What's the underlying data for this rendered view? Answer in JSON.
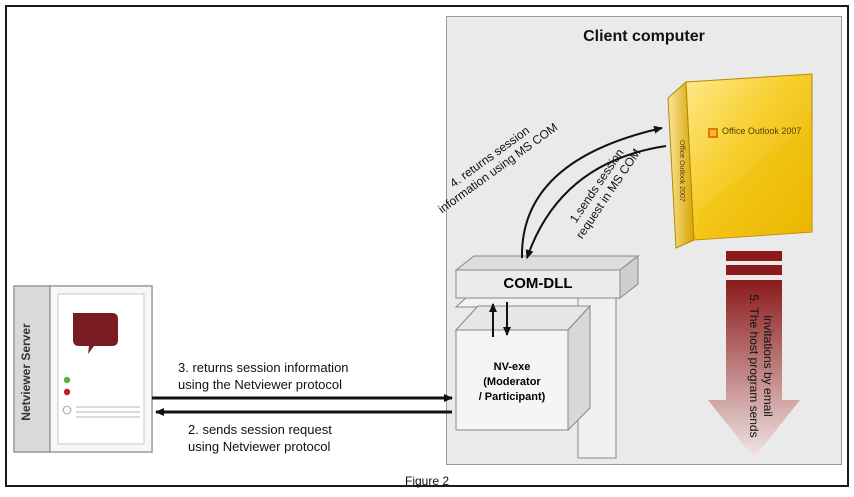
{
  "client_title": "Client computer",
  "figure_caption": "Figure 2",
  "server_label": "Netviewer Server",
  "com_dll_label": "COM-DLL",
  "nv_exe_lines": [
    "NV-exe",
    "(Moderator",
    "/ Participant)"
  ],
  "step1_lines": [
    "1.sends session",
    "request in MS COM"
  ],
  "step2_lines": [
    "2. sends session request",
    "using Netviewer protocol"
  ],
  "step3_lines": [
    "3. returns session information",
    "using the Netviewer protocol"
  ],
  "step4_lines": [
    "4. returns session",
    "information using MS COM"
  ],
  "step5_lines": [
    "5. The host program sends",
    "invitations by email"
  ],
  "product_box": {
    "brand_line": "Office Outlook 2007",
    "spine_text": "Office Outlook 2007",
    "colors": {
      "front": "#f3c21b",
      "spine": "#d8a400",
      "highlight": "#ffe98a"
    }
  },
  "colors": {
    "maroon_arrow_top": "#8b1a1a",
    "maroon_arrow_bottom": "#f1e6e6",
    "server_logo": "#7a1b24",
    "led_green": "#5ab14a",
    "led_red": "#c02020"
  }
}
